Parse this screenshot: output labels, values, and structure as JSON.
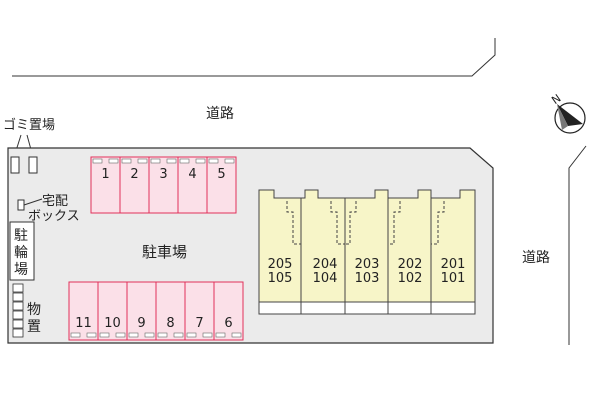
{
  "roads": {
    "top_label": "道路",
    "right_label": "道路"
  },
  "compass": {
    "label": "N"
  },
  "garbage": {
    "label": "ゴミ置場"
  },
  "delivery_box": {
    "line1": "宅配",
    "line2": "ボックス"
  },
  "bicycle_parking": {
    "chars": [
      "駐",
      "輪",
      "場"
    ]
  },
  "storage": {
    "chars": [
      "物",
      "置"
    ]
  },
  "parking_lot": {
    "label": "駐車場"
  },
  "parking_top": [
    "1",
    "2",
    "3",
    "4",
    "5"
  ],
  "parking_bottom": [
    "11",
    "10",
    "9",
    "8",
    "7",
    "6"
  ],
  "units": [
    {
      "upper": "205",
      "lower": "105"
    },
    {
      "upper": "204",
      "lower": "104"
    },
    {
      "upper": "203",
      "lower": "103"
    },
    {
      "upper": "202",
      "lower": "102"
    },
    {
      "upper": "201",
      "lower": "101"
    }
  ],
  "colors": {
    "parking_fill": "#fbe0e8",
    "parking_stroke": "#e0305a",
    "building_fill": "#f7f5c8",
    "site_fill": "#ebebeb"
  }
}
